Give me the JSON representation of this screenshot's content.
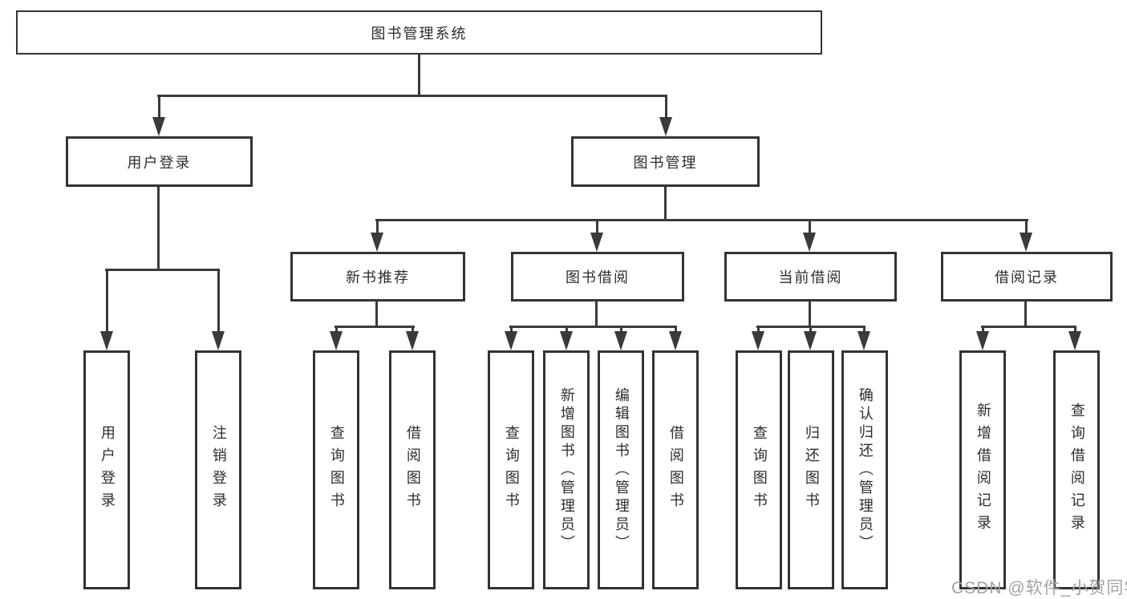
{
  "diagram": {
    "root": "图书管理系统",
    "branches": {
      "user_login": "用户登录",
      "book_mgmt": "图书管理"
    },
    "modules": {
      "new_books": "新书推荐",
      "borrow": "图书借阅",
      "current": "当前借阅",
      "records": "借阅记录"
    },
    "leaves": {
      "user_login": [
        "用户登录",
        "注销登录"
      ],
      "new_books": [
        "查询图书",
        "借阅图书"
      ],
      "borrow": [
        "查询图书",
        "新增图书（管理员）",
        "编辑图书（管理员）",
        "借阅图书"
      ],
      "current": [
        "查询图书",
        "归还图书",
        "确认归还（管理员）"
      ],
      "records": [
        "新增借阅记录",
        "查询借阅记录"
      ]
    },
    "watermark": "CSDN @软件_小贺同学",
    "colors": {
      "line": "#3a3a3a",
      "box_border": "#333333",
      "text": "#2d2d2d",
      "watermark": "#a2a2a2",
      "background": "#ffffff"
    }
  }
}
